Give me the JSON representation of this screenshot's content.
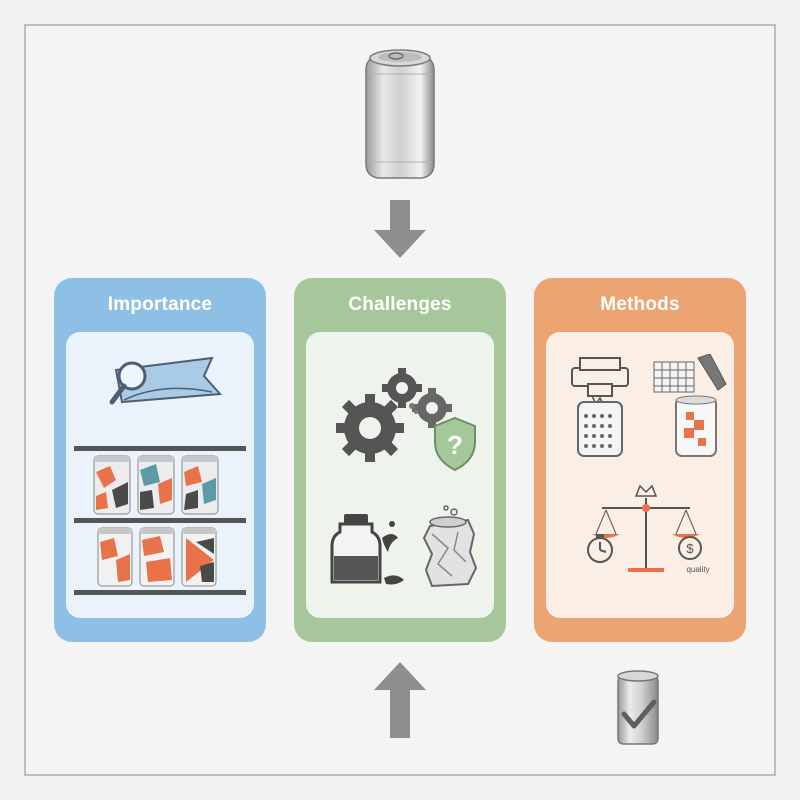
{
  "panels": [
    {
      "title": "Importance"
    },
    {
      "title": "Challenges"
    },
    {
      "title": "Methods"
    }
  ],
  "methods": {
    "quality_label": "quality",
    "dollar_symbol": "$"
  },
  "challenges": {
    "question_mark": "?"
  },
  "colors": {
    "importance": "#8ec0e6",
    "challenges": "#a6c79b",
    "methods": "#eda473",
    "accent_orange": "#e8734a",
    "accent_teal": "#5b9aa6",
    "arrow_gray": "#8e8e8e"
  },
  "icons": [
    "top-can-icon",
    "down-arrow-icon",
    "up-arrow-icon",
    "checked-can-icon",
    "magnifier-banner-icon",
    "can-shelf-icon",
    "gears-icon",
    "shield-question-icon",
    "spilled-bottle-icon",
    "crushed-can-icon",
    "printer-can-icon",
    "stencil-can-icon",
    "balance-scale-icon"
  ]
}
